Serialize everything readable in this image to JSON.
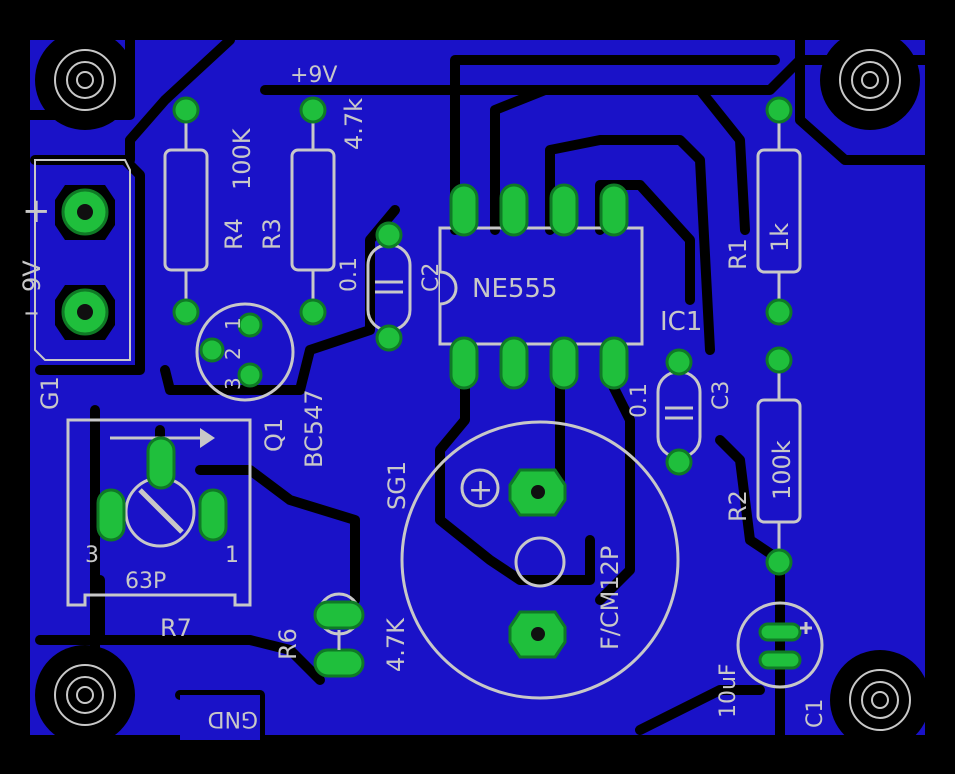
{
  "colors": {
    "background": "#000000",
    "copper": "#1a12c8",
    "trace_gap": "#000000",
    "pad": "#1fbf3c",
    "pad_edge": "#0f7a25",
    "silk": "#c8c8c8",
    "hole": "#101010"
  },
  "labels": {
    "vplus": "+9V",
    "gnd": "GND",
    "battery_name": "G1",
    "battery_value": "9V",
    "battery_plus": "+",
    "battery_minus": "–",
    "r4_name": "R4",
    "r4_value": "100K",
    "r3_name": "R3",
    "r3_value": "4.7k",
    "c2_name": "C2",
    "c2_value": "0.1",
    "ic_label": "NE555",
    "ic_name": "IC1",
    "c3_name": "C3",
    "c3_value": "0.1",
    "r1_name": "R1",
    "r1_value": "1k",
    "r2_name": "R2",
    "r2_value": "100k",
    "q1_name": "Q1",
    "q1_value": "BC547",
    "q1_pin1": "1",
    "q1_pin2": "2",
    "q1_pin3": "3",
    "pot_pin3": "3",
    "pot_pin1": "1",
    "pot_value": "63P",
    "pot_name": "R7",
    "sg1_name": "SG1",
    "sg1_value": "F/CM12P",
    "buzzer_plus": "+",
    "r6_name": "R6",
    "r6_value": "4.7K",
    "c1_name": "C1",
    "c1_value": "10uF"
  }
}
